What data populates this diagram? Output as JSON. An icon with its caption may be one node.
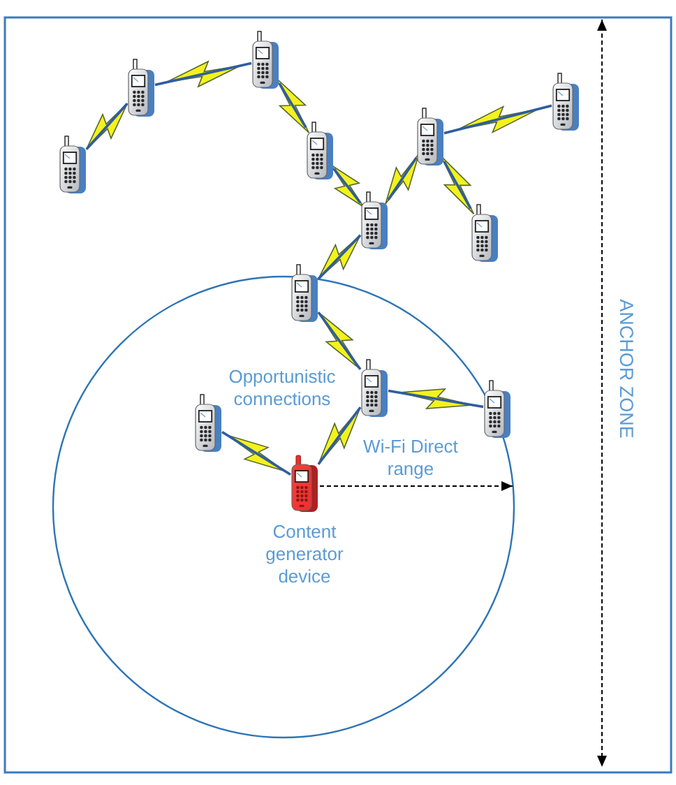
{
  "diagram": {
    "nodes": [
      {
        "text": [],
        "shape": "phone"
      },
      {
        "text": [],
        "shape": "phone"
      },
      {
        "text": [],
        "shape": "phone"
      },
      {
        "text": [],
        "shape": "phone"
      },
      {
        "text": [],
        "shape": "phone"
      },
      {
        "text": [],
        "shape": "phone"
      },
      {
        "text": [],
        "shape": "phone"
      },
      {
        "text": [],
        "shape": "phone"
      },
      {
        "text": [],
        "shape": "phone"
      },
      {
        "text": [],
        "shape": "phone"
      },
      {
        "text": [],
        "shape": "phone"
      },
      {
        "text": [],
        "shape": "phone"
      },
      {
        "text": [
          "Content generator device"
        ]
      }
    ],
    "edges": [
      {
        "from": 12,
        "to": 9,
        "arrow": "none"
      },
      {
        "from": 12,
        "to": 11,
        "arrow": "none"
      },
      {
        "from": 9,
        "to": 10,
        "arrow": "none"
      },
      {
        "from": 9,
        "to": 8,
        "arrow": "none"
      },
      {
        "from": 8,
        "to": 6,
        "arrow": "none"
      },
      {
        "from": 6,
        "to": 3,
        "arrow": "none"
      },
      {
        "from": 3,
        "to": 2,
        "arrow": "none"
      },
      {
        "from": 3,
        "to": 7,
        "arrow": "none"
      },
      {
        "from": 6,
        "to": 4,
        "arrow": "none"
      },
      {
        "from": 4,
        "to": 0,
        "arrow": "none"
      },
      {
        "from": 0,
        "to": 1,
        "arrow": "none"
      },
      {
        "from": 1,
        "to": 5,
        "arrow": "none"
      }
    ],
    "labels": [
      "Opportunistic connections",
      "Wi-Fi Direct range",
      "ANCHOR ZONE"
    ]
  }
}
